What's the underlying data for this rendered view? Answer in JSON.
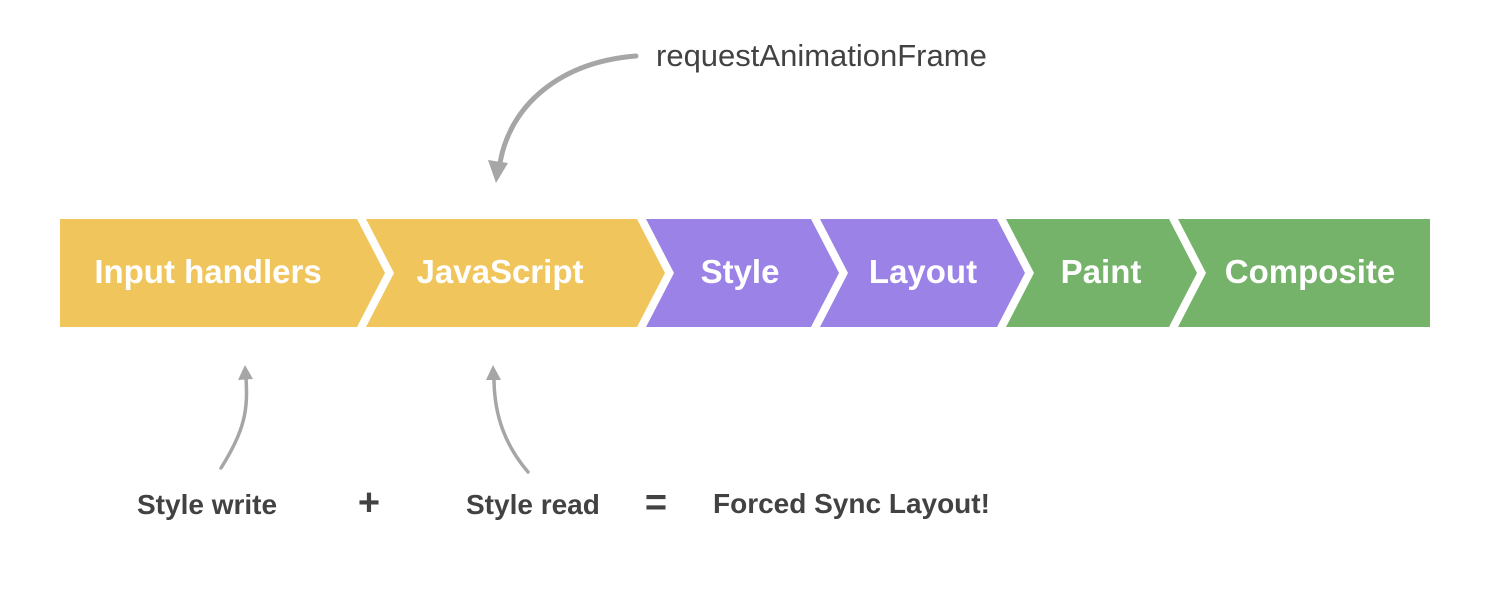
{
  "pipeline": {
    "stages": [
      {
        "label": "Input handlers",
        "color": "#f0c65c"
      },
      {
        "label": "JavaScript",
        "color": "#f0c65c"
      },
      {
        "label": "Style",
        "color": "#9b82e6"
      },
      {
        "label": "Layout",
        "color": "#9b82e6"
      },
      {
        "label": "Paint",
        "color": "#76b36a"
      },
      {
        "label": "Composite",
        "color": "#76b36a"
      }
    ]
  },
  "annotations": {
    "request_animation_frame": "requestAnimationFrame",
    "style_write": "Style write",
    "plus": "+",
    "style_read": "Style read",
    "equals": "=",
    "result": "Forced Sync Layout!"
  },
  "colors": {
    "arrow": "#a6a6a6",
    "annotation_text": "#424242",
    "stage_text": "#ffffff"
  }
}
